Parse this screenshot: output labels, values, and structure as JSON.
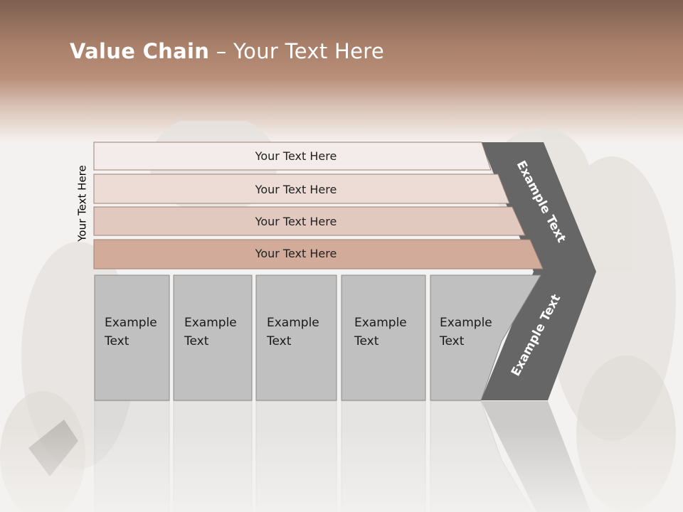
{
  "title": {
    "bold": "Value Chain",
    "rest": " – Your Text Here"
  },
  "side_label": "Your Text Here",
  "bars": [
    {
      "label": "Your Text Here",
      "color": "#f4ecea"
    },
    {
      "label": "Your Text Here",
      "color": "#ecdcd5"
    },
    {
      "label": "Your Text Here",
      "color": "#e1c9bf"
    },
    {
      "label": "Your Text Here",
      "color": "#d2ab9b"
    }
  ],
  "boxes": [
    {
      "line1": "Example",
      "line2": "Text"
    },
    {
      "line1": "Example",
      "line2": "Text"
    },
    {
      "line1": "Example",
      "line2": "Text"
    },
    {
      "line1": "Example",
      "line2": "Text"
    },
    {
      "line1": "Example",
      "line2": "Text"
    }
  ],
  "chevron": {
    "upper_label": "Example Text",
    "lower_label": "Example Text",
    "color": "#666666"
  },
  "colors": {
    "box_fill": "#c0c0c0",
    "box_border": "#8a8a8a",
    "header_brown": "#a77e68"
  }
}
